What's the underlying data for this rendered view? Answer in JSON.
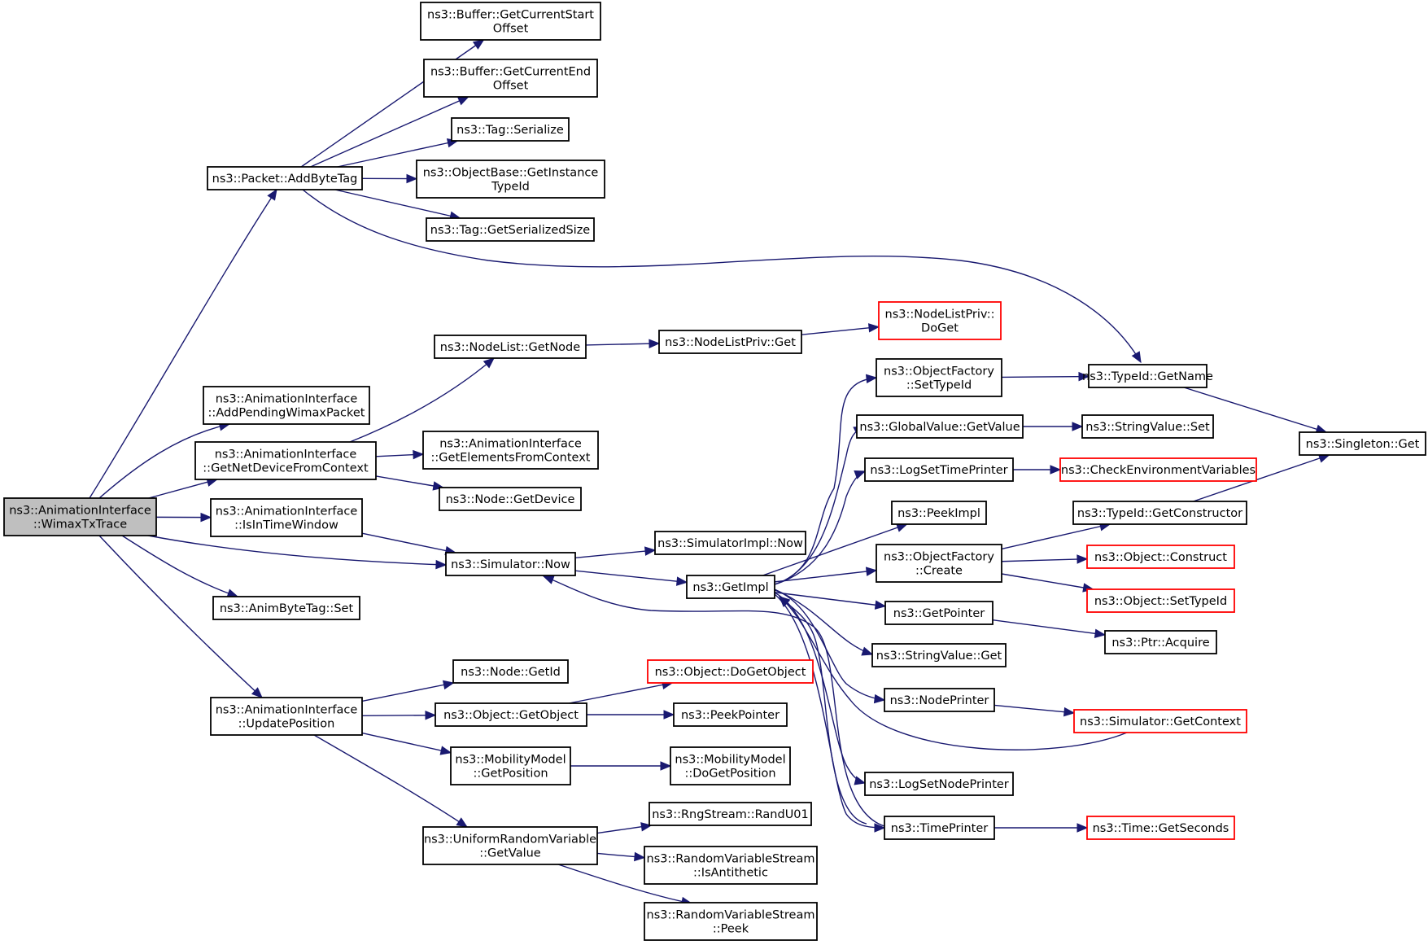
{
  "colors": {
    "edge": "#191970",
    "node_border": "#000000",
    "undocumented_border": "#ff0000",
    "root_fill": "#bfbfbf",
    "node_fill": "#ffffff"
  },
  "nodes": {
    "root": {
      "lines": [
        "ns3::AnimationInterface",
        "::WimaxTxTrace"
      ],
      "style": "root"
    },
    "addbytetag": {
      "lines": [
        "ns3::Packet::AddByteTag"
      ],
      "style": "normal"
    },
    "addpending": {
      "lines": [
        "ns3::AnimationInterface",
        "::AddPendingWimaxPacket"
      ],
      "style": "normal"
    },
    "getnetdevice": {
      "lines": [
        "ns3::AnimationInterface",
        "::GetNetDeviceFromContext"
      ],
      "style": "normal"
    },
    "isintime": {
      "lines": [
        "ns3::AnimationInterface",
        "::IsInTimeWindow"
      ],
      "style": "normal"
    },
    "animbytetagset": {
      "lines": [
        "ns3::AnimByteTag::Set"
      ],
      "style": "normal"
    },
    "updatepos": {
      "lines": [
        "ns3::AnimationInterface",
        "::UpdatePosition"
      ],
      "style": "normal"
    },
    "getcurstart": {
      "lines": [
        "ns3::Buffer::GetCurrentStart",
        "Offset"
      ],
      "style": "normal"
    },
    "getcurend": {
      "lines": [
        "ns3::Buffer::GetCurrentEnd",
        "Offset"
      ],
      "style": "normal"
    },
    "tagserialize": {
      "lines": [
        "ns3::Tag::Serialize"
      ],
      "style": "normal"
    },
    "getinsttypeid": {
      "lines": [
        "ns3::ObjectBase::GetInstance",
        "TypeId"
      ],
      "style": "normal"
    },
    "tagsersize": {
      "lines": [
        "ns3::Tag::GetSerializedSize"
      ],
      "style": "normal"
    },
    "nodelistgetnode": {
      "lines": [
        "ns3::NodeList::GetNode"
      ],
      "style": "normal"
    },
    "getelements": {
      "lines": [
        "ns3::AnimationInterface",
        "::GetElementsFromContext"
      ],
      "style": "normal"
    },
    "nodegetdevice": {
      "lines": [
        "ns3::Node::GetDevice"
      ],
      "style": "normal"
    },
    "simnow": {
      "lines": [
        "ns3::Simulator::Now"
      ],
      "style": "normal"
    },
    "nodegetid": {
      "lines": [
        "ns3::Node::GetId"
      ],
      "style": "normal"
    },
    "objgetobject": {
      "lines": [
        "ns3::Object::GetObject"
      ],
      "style": "normal"
    },
    "mobgetpos": {
      "lines": [
        "ns3::MobilityModel",
        "::GetPosition"
      ],
      "style": "normal"
    },
    "urvgetvalue": {
      "lines": [
        "ns3::UniformRandomVariable",
        "::GetValue"
      ],
      "style": "normal"
    },
    "nodelistprivget": {
      "lines": [
        "ns3::NodeListPriv::Get"
      ],
      "style": "normal"
    },
    "simimplnow": {
      "lines": [
        "ns3::SimulatorImpl::Now"
      ],
      "style": "normal"
    },
    "getimpl": {
      "lines": [
        "ns3::GetImpl"
      ],
      "style": "normal"
    },
    "objdogetobject": {
      "lines": [
        "ns3::Object::DoGetObject"
      ],
      "style": "undocumented"
    },
    "peekpointer": {
      "lines": [
        "ns3::PeekPointer"
      ],
      "style": "normal"
    },
    "mobdogetpos": {
      "lines": [
        "ns3::MobilityModel",
        "::DoGetPosition"
      ],
      "style": "normal"
    },
    "randu01": {
      "lines": [
        "ns3::RngStream::RandU01"
      ],
      "style": "normal"
    },
    "isantithetic": {
      "lines": [
        "ns3::RandomVariableStream",
        "::IsAntithetic"
      ],
      "style": "normal"
    },
    "rvspeek": {
      "lines": [
        "ns3::RandomVariableStream",
        "::Peek"
      ],
      "style": "normal"
    },
    "nodelistprivdoget": {
      "lines": [
        "ns3::NodeListPriv::",
        "DoGet"
      ],
      "style": "undocumented"
    },
    "ofsettypeid": {
      "lines": [
        "ns3::ObjectFactory",
        "::SetTypeId"
      ],
      "style": "normal"
    },
    "globalgetvalue": {
      "lines": [
        "ns3::GlobalValue::GetValue"
      ],
      "style": "normal"
    },
    "logsettimeprinter": {
      "lines": [
        "ns3::LogSetTimePrinter"
      ],
      "style": "normal"
    },
    "peekimpl": {
      "lines": [
        "ns3::PeekImpl"
      ],
      "style": "normal"
    },
    "ofcreate": {
      "lines": [
        "ns3::ObjectFactory",
        "::Create"
      ],
      "style": "normal"
    },
    "getpointer": {
      "lines": [
        "ns3::GetPointer"
      ],
      "style": "normal"
    },
    "stringvalueget": {
      "lines": [
        "ns3::StringValue::Get"
      ],
      "style": "normal"
    },
    "nodeprinter": {
      "lines": [
        "ns3::NodePrinter"
      ],
      "style": "normal"
    },
    "logsetnodeprinter": {
      "lines": [
        "ns3::LogSetNodePrinter"
      ],
      "style": "normal"
    },
    "timeprinter": {
      "lines": [
        "ns3::TimePrinter"
      ],
      "style": "normal"
    },
    "typeidgetname": {
      "lines": [
        "ns3::TypeId::GetName"
      ],
      "style": "normal"
    },
    "stringvalueset": {
      "lines": [
        "ns3::StringValue::Set"
      ],
      "style": "normal"
    },
    "checkenv": {
      "lines": [
        "ns3::CheckEnvironmentVariables"
      ],
      "style": "undocumented"
    },
    "typeidgetctor": {
      "lines": [
        "ns3::TypeId::GetConstructor"
      ],
      "style": "normal"
    },
    "objconstruct": {
      "lines": [
        "ns3::Object::Construct"
      ],
      "style": "undocumented"
    },
    "objsettypeid": {
      "lines": [
        "ns3::Object::SetTypeId"
      ],
      "style": "undocumented"
    },
    "ptracquire": {
      "lines": [
        "ns3::Ptr::Acquire"
      ],
      "style": "normal"
    },
    "simgetcontext": {
      "lines": [
        "ns3::Simulator::GetContext"
      ],
      "style": "undocumented"
    },
    "timegetseconds": {
      "lines": [
        "ns3::Time::GetSeconds"
      ],
      "style": "undocumented"
    },
    "singletonget": {
      "lines": [
        "ns3::Singleton::Get"
      ],
      "style": "normal"
    }
  },
  "edges": [
    [
      "root",
      "addbytetag"
    ],
    [
      "root",
      "addpending"
    ],
    [
      "root",
      "getnetdevice"
    ],
    [
      "root",
      "isintime"
    ],
    [
      "root",
      "simnow"
    ],
    [
      "root",
      "animbytetagset"
    ],
    [
      "root",
      "updatepos"
    ],
    [
      "addbytetag",
      "getcurstart"
    ],
    [
      "addbytetag",
      "getcurend"
    ],
    [
      "addbytetag",
      "tagserialize"
    ],
    [
      "addbytetag",
      "getinsttypeid"
    ],
    [
      "addbytetag",
      "tagsersize"
    ],
    [
      "addbytetag",
      "typeidgetname"
    ],
    [
      "getnetdevice",
      "nodelistgetnode"
    ],
    [
      "getnetdevice",
      "getelements"
    ],
    [
      "getnetdevice",
      "nodegetdevice"
    ],
    [
      "isintime",
      "simnow"
    ],
    [
      "updatepos",
      "nodegetid"
    ],
    [
      "updatepos",
      "objgetobject"
    ],
    [
      "updatepos",
      "mobgetpos"
    ],
    [
      "updatepos",
      "urvgetvalue"
    ],
    [
      "nodelistgetnode",
      "nodelistprivget"
    ],
    [
      "nodelistprivget",
      "nodelistprivdoget"
    ],
    [
      "simnow",
      "simimplnow"
    ],
    [
      "simnow",
      "getimpl"
    ],
    [
      "objgetobject",
      "objdogetobject"
    ],
    [
      "objgetobject",
      "peekpointer"
    ],
    [
      "mobgetpos",
      "mobdogetpos"
    ],
    [
      "urvgetvalue",
      "randu01"
    ],
    [
      "urvgetvalue",
      "isantithetic"
    ],
    [
      "urvgetvalue",
      "rvspeek"
    ],
    [
      "getimpl",
      "ofsettypeid"
    ],
    [
      "getimpl",
      "globalgetvalue"
    ],
    [
      "getimpl",
      "logsettimeprinter"
    ],
    [
      "getimpl",
      "peekimpl"
    ],
    [
      "getimpl",
      "ofcreate"
    ],
    [
      "getimpl",
      "getpointer"
    ],
    [
      "getimpl",
      "stringvalueget"
    ],
    [
      "getimpl",
      "nodeprinter"
    ],
    [
      "getimpl",
      "logsetnodeprinter"
    ],
    [
      "getimpl",
      "timeprinter"
    ],
    [
      "ofsettypeid",
      "typeidgetname"
    ],
    [
      "globalgetvalue",
      "stringvalueset"
    ],
    [
      "logsettimeprinter",
      "checkenv"
    ],
    [
      "ofcreate",
      "typeidgetctor"
    ],
    [
      "ofcreate",
      "objconstruct"
    ],
    [
      "ofcreate",
      "objsettypeid"
    ],
    [
      "getpointer",
      "ptracquire"
    ],
    [
      "nodeprinter",
      "simgetcontext"
    ],
    [
      "timeprinter",
      "timegetseconds"
    ],
    [
      "typeidgetname",
      "singletonget"
    ],
    [
      "typeidgetctor",
      "singletonget"
    ],
    [
      "timeprinter",
      "getimpl"
    ],
    [
      "simgetcontext",
      "getimpl"
    ],
    [
      "timeprinter",
      "simnow"
    ]
  ]
}
